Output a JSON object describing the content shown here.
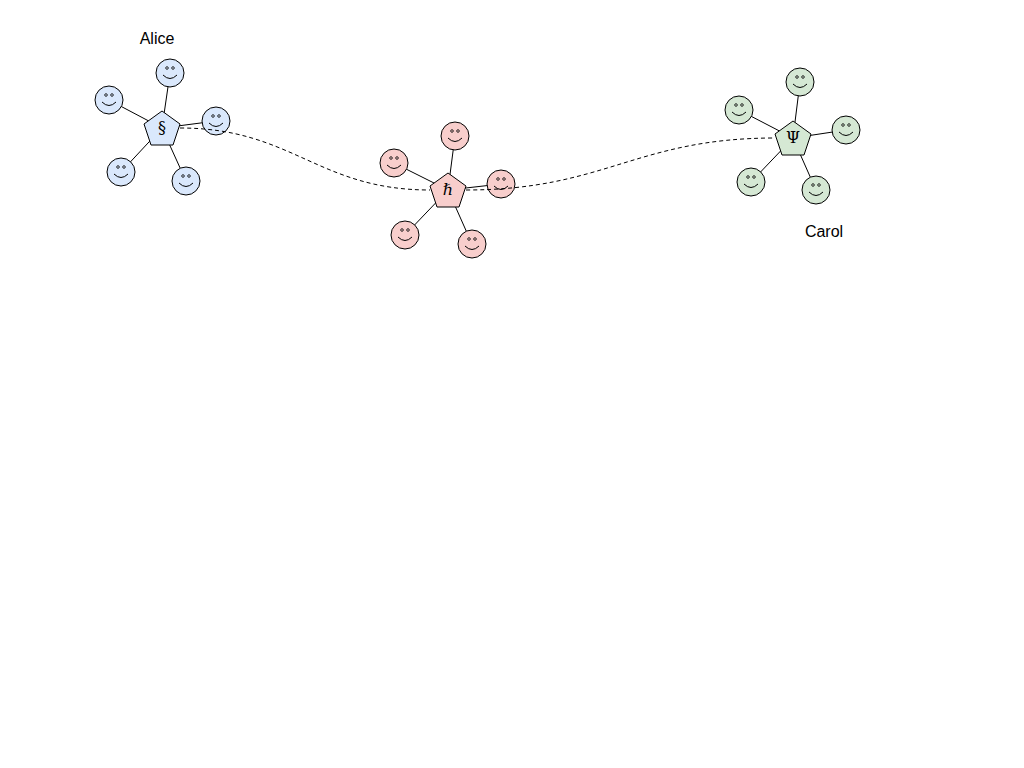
{
  "diagram": {
    "nodes": [
      {
        "text": [
          "§"
        ]
      },
      {
        "text": [
          "ℏ"
        ]
      },
      {
        "text": [
          "Ψ"
        ]
      }
    ],
    "edges": [
      {
        "from": 0,
        "to": 1,
        "arrow": "none"
      },
      {
        "from": 1,
        "to": 2,
        "arrow": "none"
      }
    ],
    "labels": [
      "Alice",
      "Carol"
    ]
  }
}
